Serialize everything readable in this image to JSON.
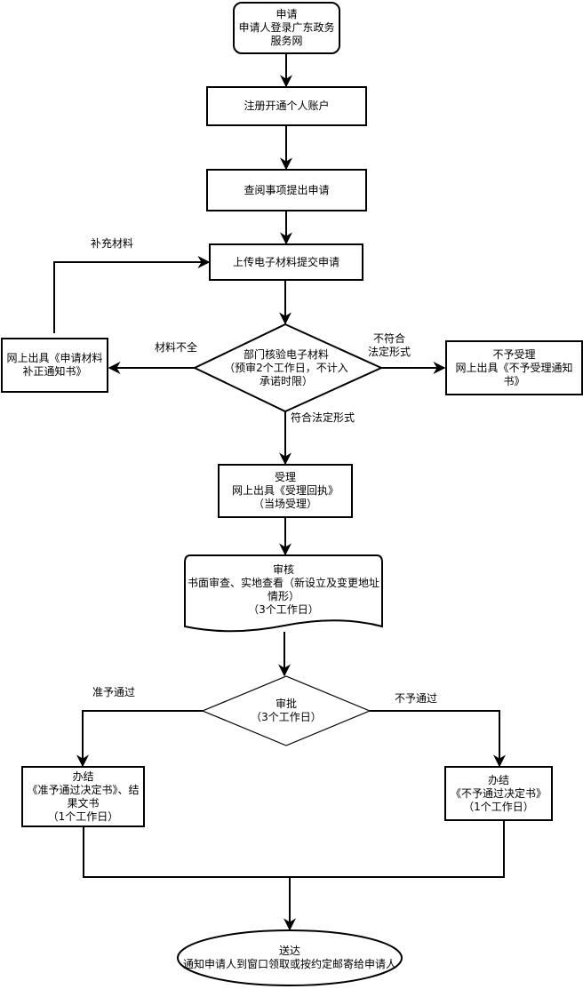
{
  "diagram": {
    "colors": {
      "stroke": "#000000",
      "fill": "#ffffff",
      "text": "#000000"
    },
    "nodes": {
      "apply": {
        "shape": "rounded-rect",
        "lines": [
          "申请",
          "申请人登录广东政务",
          "服务网"
        ]
      },
      "register": {
        "shape": "rect",
        "lines": [
          "注册开通个人账户"
        ]
      },
      "browse": {
        "shape": "rect",
        "lines": [
          "查阅事项提出申请"
        ]
      },
      "upload": {
        "shape": "rect",
        "lines": [
          "上传电子材料提交申请"
        ]
      },
      "verify": {
        "shape": "diamond",
        "lines": [
          "部门核验电子材料",
          "（预审2个工作日，不计入",
          "承诺时限）"
        ]
      },
      "supplement": {
        "shape": "rect",
        "lines": [
          "网上出具《申请材料",
          "补正通知书》"
        ]
      },
      "reject_accept": {
        "shape": "rect",
        "lines": [
          "不予受理",
          "网上出具《不予受理通知",
          "书》"
        ]
      },
      "accept": {
        "shape": "rect",
        "lines": [
          "受理",
          "网上出具《受理回执》",
          "（当场受理）"
        ]
      },
      "review": {
        "shape": "document",
        "lines": [
          "审核",
          "书面审查、实地查看（新设立及变更地址",
          "情形）",
          "（3个工作日）"
        ]
      },
      "approve": {
        "shape": "diamond",
        "lines": [
          "审批",
          "（3个工作日）"
        ]
      },
      "done_pass": {
        "shape": "rect",
        "lines": [
          "办结",
          "《准予通过决定书》、结",
          "果文书",
          "（1个工作日）"
        ]
      },
      "done_fail": {
        "shape": "rect",
        "lines": [
          "办结",
          "《不予通过决定书》",
          "（1个工作日）"
        ]
      },
      "deliver": {
        "shape": "ellipse",
        "lines": [
          "送达",
          "通知申请人到窗口领取或按约定邮寄给申请人"
        ]
      }
    },
    "edge_labels": {
      "supplement_materials": "补充材料",
      "incomplete": "材料不全",
      "not_conforming": [
        "不符合",
        "法定形式"
      ],
      "conforming": "符合法定形式",
      "approved": "准予通过",
      "not_approved": "不予通过"
    },
    "edges": [
      {
        "from": "apply",
        "to": "register"
      },
      {
        "from": "register",
        "to": "browse"
      },
      {
        "from": "browse",
        "to": "upload"
      },
      {
        "from": "upload",
        "to": "verify"
      },
      {
        "from": "verify",
        "to": "supplement",
        "label": "incomplete"
      },
      {
        "from": "supplement",
        "to": "upload",
        "label": "supplement_materials"
      },
      {
        "from": "verify",
        "to": "reject_accept",
        "label": "not_conforming"
      },
      {
        "from": "verify",
        "to": "accept",
        "label": "conforming"
      },
      {
        "from": "accept",
        "to": "review"
      },
      {
        "from": "review",
        "to": "approve"
      },
      {
        "from": "approve",
        "to": "done_pass",
        "label": "approved"
      },
      {
        "from": "approve",
        "to": "done_fail",
        "label": "not_approved"
      },
      {
        "from": "done_pass",
        "to": "deliver"
      },
      {
        "from": "done_fail",
        "to": "deliver"
      }
    ]
  }
}
